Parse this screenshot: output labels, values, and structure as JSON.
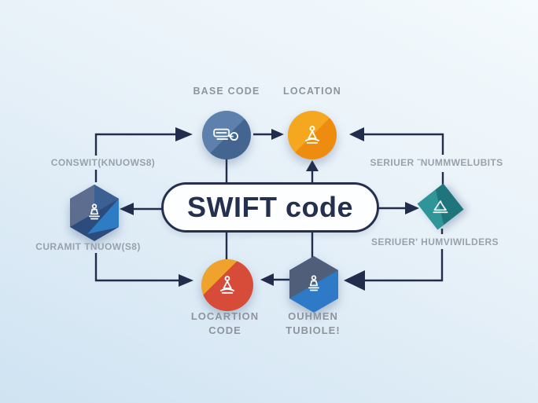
{
  "diagram": {
    "center": {
      "label": "SWIFT code"
    },
    "nodes": {
      "base": {
        "label": "BASE CODE",
        "icon": "truck-icon",
        "shape": "circle",
        "colors": [
          "#5d80ad",
          "#43658f"
        ]
      },
      "location": {
        "label": "LOCATION",
        "icon": "meditating-figure-icon",
        "shape": "circle",
        "colors": [
          "#f5a71f",
          "#ed8c0f"
        ]
      },
      "left_hexagon": {
        "label_top": "CONSWIT(KNUOWS8)",
        "label_bottom": "CURAMIT TNUOW(S8)",
        "icon": "statue-figure-icon",
        "shape": "hexagon",
        "colors": [
          "#5c6d90",
          "#2e7dc4",
          "#2c4c7e"
        ]
      },
      "right_square": {
        "label_top": "SERIUER ˜NUMMWELUBITS",
        "label_bottom": "SERIUER' HUMVIWILDERS",
        "icon": "mountain-icon",
        "shape": "rotated-square",
        "colors": [
          "#2f9598",
          "#1e757c"
        ]
      },
      "bottom_circle": {
        "label_line1": "LOCARTION",
        "label_line2": "CODE",
        "icon": "meditating-figure-icon",
        "shape": "circle",
        "colors": [
          "#efa32d",
          "#d74b39"
        ]
      },
      "bottom_hexagon": {
        "label_line1": "OUHMEN",
        "label_line2": "TUBIOLE!",
        "icon": "statue-figure-icon",
        "shape": "hexagon",
        "colors": [
          "#505e79",
          "#2e7ac7"
        ]
      }
    },
    "colors": {
      "connector": "#222d4d",
      "pill_border": "#25304e",
      "pill_text": "#25304e",
      "label_gray": "#8d949d",
      "background_top": "#f4fafd",
      "background_bottom": "#cfe3f2"
    }
  }
}
